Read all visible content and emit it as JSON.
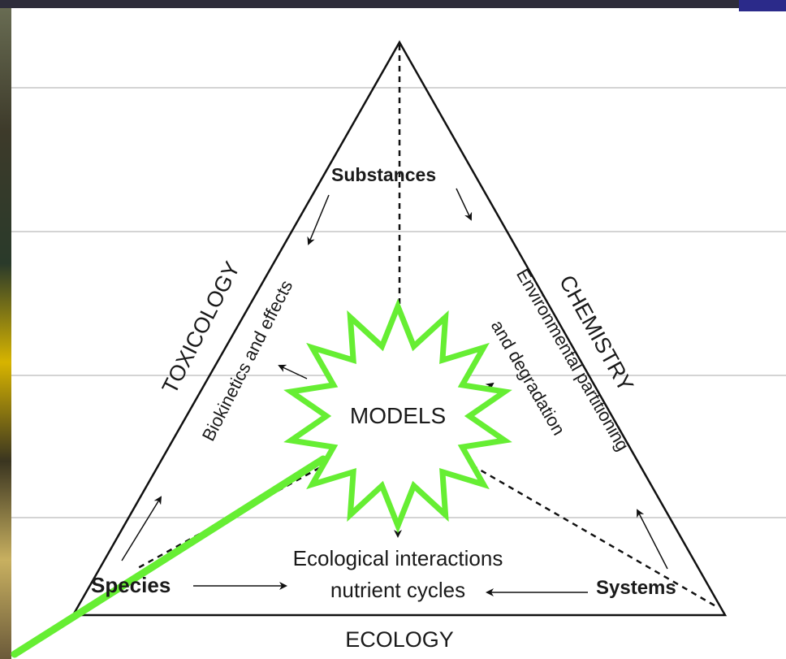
{
  "diagram": {
    "corners": {
      "top": "Substances",
      "left": "Species",
      "right": "Systems"
    },
    "sides": {
      "left": "TOXICOLOGY",
      "right": "CHEMISTRY",
      "bottom": "ECOLOGY"
    },
    "processes": {
      "left": "Biokinetics and effects",
      "right_line1": "Environmental partitioning",
      "right_line2": "and degradation",
      "bottom_line1": "Ecological interactions",
      "bottom_line2": "nutrient cycles"
    },
    "center": "MODELS",
    "colors": {
      "highlight": "#66ee33",
      "ink": "#111111",
      "rule_lines": "#a9a9a9"
    }
  }
}
